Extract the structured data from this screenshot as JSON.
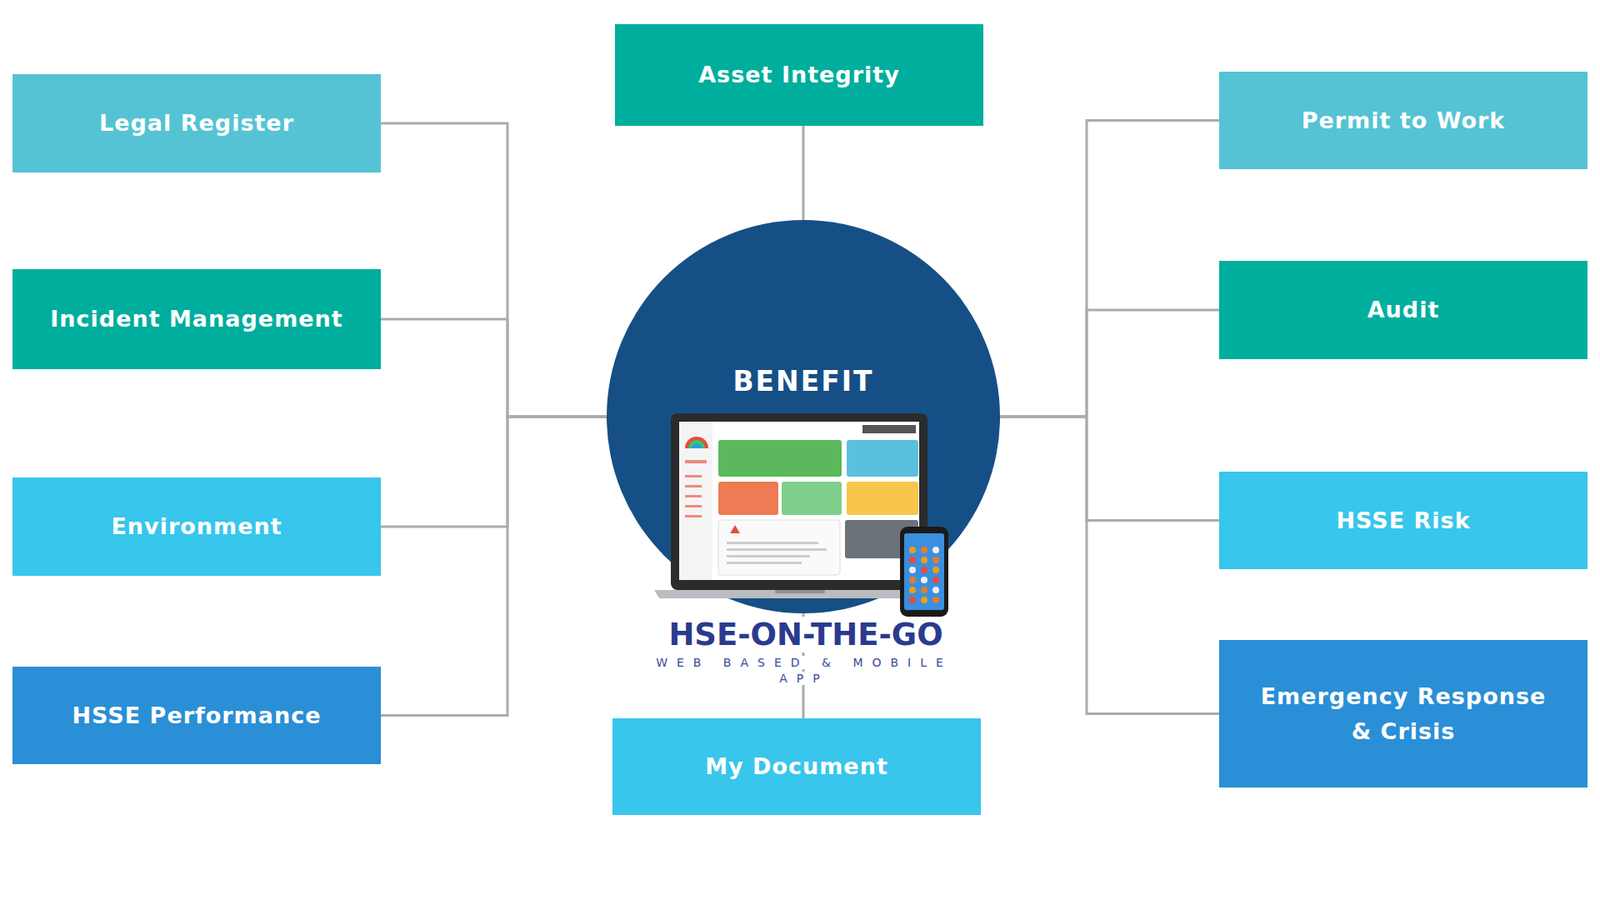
{
  "diagram": {
    "nodes": [
      {
        "text": [
          "Asset Integrity"
        ]
      },
      {
        "text": [
          "Permit to Work"
        ]
      },
      {
        "text": [
          "Legal Register"
        ]
      },
      {
        "text": [
          "Audit"
        ]
      },
      {
        "text": [
          "Incident Management"
        ]
      },
      {
        "text": [
          "BENEFIT"
        ]
      },
      {
        "text": [
          "Environment"
        ]
      },
      {
        "text": [
          "HSSE Risk"
        ]
      },
      {
        "text": [
          "Emergency Response & Crisis"
        ]
      },
      {
        "text": [
          "HSSE Performance"
        ]
      },
      {
        "text": [
          "My Document"
        ]
      }
    ],
    "edges": [
      {
        "from": 5,
        "to": 0,
        "arrow": "none"
      },
      {
        "from": 5,
        "to": 1,
        "arrow": "none"
      },
      {
        "from": 5,
        "to": 2,
        "arrow": "none"
      },
      {
        "from": 5,
        "to": 3,
        "arrow": "none"
      },
      {
        "from": 5,
        "to": 4,
        "arrow": "none"
      },
      {
        "from": 5,
        "to": 6,
        "arrow": "none"
      },
      {
        "from": 5,
        "to": 7,
        "arrow": "none"
      },
      {
        "from": 5,
        "to": 8,
        "arrow": "none"
      },
      {
        "from": 5,
        "to": 9,
        "arrow": "none"
      },
      {
        "from": 5,
        "to": 10,
        "arrow": "none"
      }
    ],
    "labels": [
      "HSE-ON-THE-GO",
      "WEB BASED & MOBILE APP"
    ]
  }
}
